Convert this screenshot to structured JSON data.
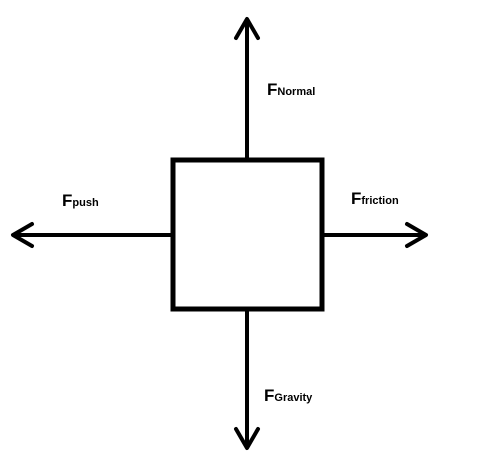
{
  "diagram": {
    "stroke_color": "#000000",
    "background_color": "#ffffff",
    "block": {
      "shape": "square"
    },
    "forces": [
      {
        "id": "normal",
        "direction": "up",
        "symbol": "F",
        "subscript": "Normal"
      },
      {
        "id": "push",
        "direction": "left",
        "symbol": "F",
        "subscript": "push"
      },
      {
        "id": "friction",
        "direction": "right",
        "symbol": "F",
        "subscript": "friction"
      },
      {
        "id": "gravity",
        "direction": "down",
        "symbol": "F",
        "subscript": "Gravity"
      }
    ]
  }
}
